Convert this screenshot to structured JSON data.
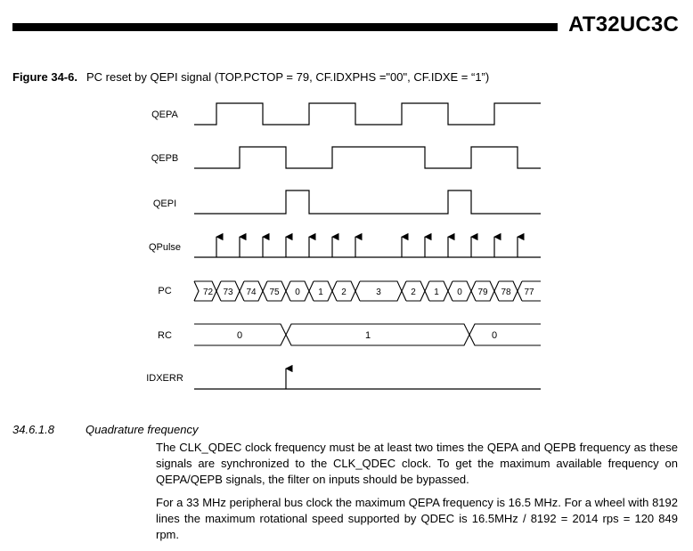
{
  "header": {
    "title": "AT32UC3C"
  },
  "figure": {
    "number": "Figure 34-6.",
    "caption": "PC reset by QEPI signal (TOP.PCTOP = 79, CF.IDXPHS =\"00\", CF.IDXE = “1”)"
  },
  "signals": {
    "qepa": "QEPA",
    "qepb": "QEPB",
    "qepi": "QEPI",
    "qpulse": "QPulse",
    "pc": "PC",
    "rc": "RC",
    "idxerr": "IDXERR"
  },
  "pc_values": [
    "72",
    "73",
    "74",
    "75",
    "0",
    "1",
    "2",
    "3",
    "2",
    "1",
    "0",
    "79",
    "78",
    "77"
  ],
  "rc_values": [
    "0",
    "1",
    "0"
  ],
  "section": {
    "number": "34.6.1.8",
    "title": "Quadrature frequency",
    "paragraphs": [
      "The CLK_QDEC clock frequency must be at least two times the QEPA and QEPB frequency as these signals are synchronized to the CLK_QDEC clock. To get the maximum available frequency on QEPA/QEPB signals, the filter on inputs should be bypassed.",
      "For a 33 MHz peripheral bus clock the maximum QEPA frequency is 16.5 MHz. For a wheel with 8192 lines the maximum rotational speed supported by QDEC is 16.5MHz / 8192 = 2014 rps = 120 849 rpm."
    ]
  }
}
